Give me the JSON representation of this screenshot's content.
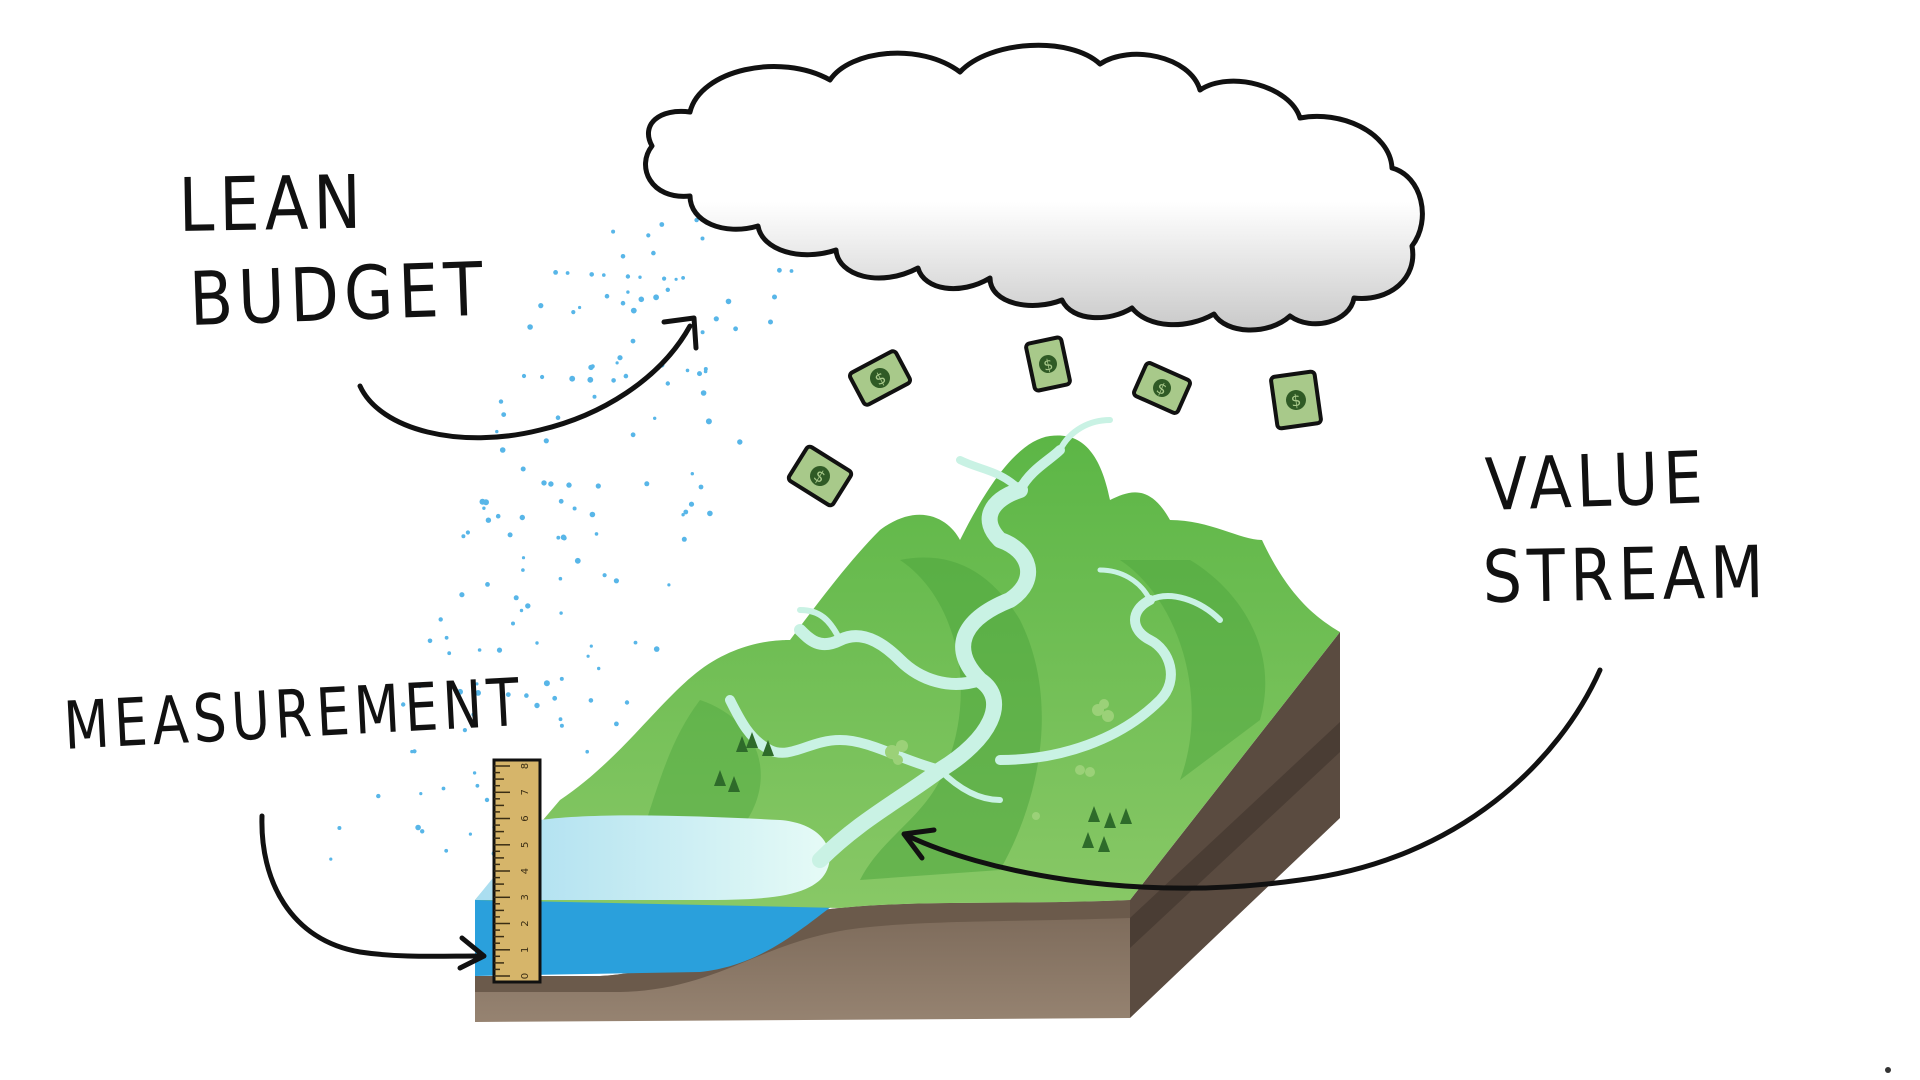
{
  "labels": {
    "lean": "Lean",
    "budget": "Budget",
    "value": "Value",
    "stream": "Stream",
    "measurement": "Measurement"
  },
  "icons": {
    "cloud": "cloud-icon",
    "money": "dollar-bill-icon",
    "ruler": "ruler-icon",
    "tree": "pine-tree-icon"
  },
  "ruler": {
    "ticks": [
      "0",
      "1",
      "2",
      "3",
      "4",
      "5",
      "6",
      "7",
      "8"
    ]
  },
  "colors": {
    "grass": "#6fbe4a",
    "grass_dark": "#3f9a37",
    "river": "#c9f2e4",
    "water": "#2aa0dc",
    "water_light": "#bfe6f3",
    "soil": "#7b6a5a",
    "soil_dark": "#57483d",
    "bill": "#a8c98a",
    "ruler": "#d6b56a",
    "rain": "#58b6e8"
  }
}
